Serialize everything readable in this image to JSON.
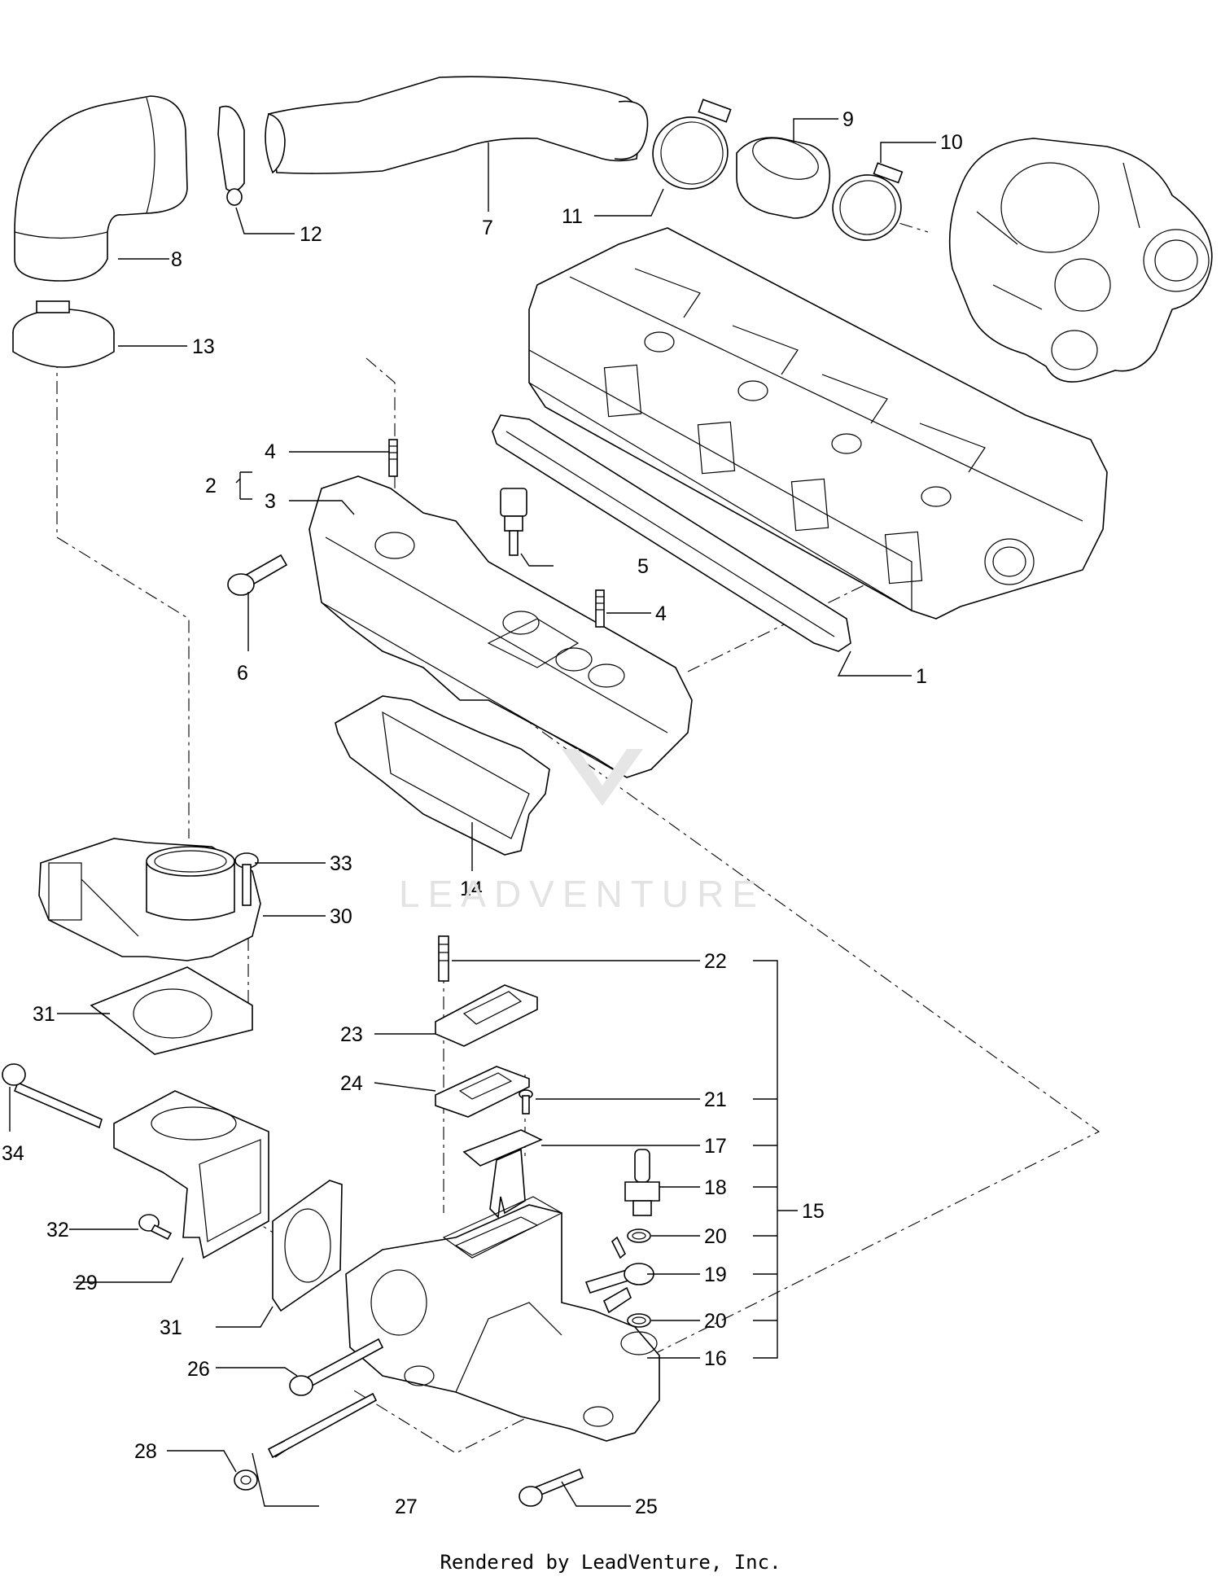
{
  "watermark": "LEADVENTURE",
  "footer": "Rendered by LeadVenture, Inc.",
  "callouts": [
    "1",
    "2",
    "3",
    "4",
    "4",
    "5",
    "6",
    "7",
    "8",
    "9",
    "10",
    "11",
    "12",
    "13",
    "14",
    "15",
    "16",
    "17",
    "18",
    "19",
    "20",
    "20",
    "21",
    "22",
    "23",
    "24",
    "25",
    "26",
    "27",
    "28",
    "29",
    "30",
    "31",
    "31",
    "32",
    "33",
    "34"
  ]
}
